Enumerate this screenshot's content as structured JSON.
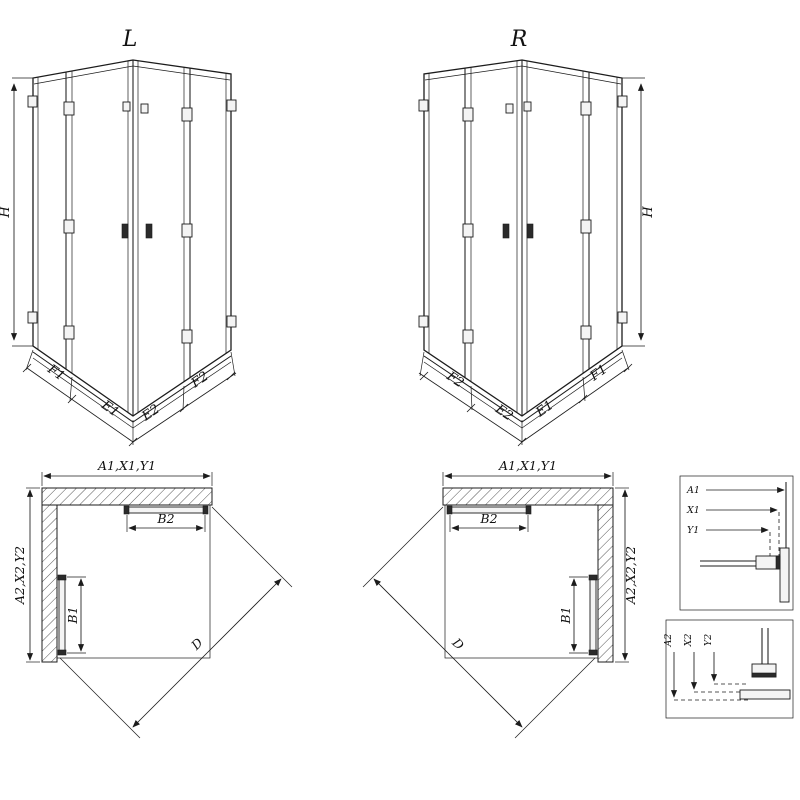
{
  "perspective_views": {
    "left": {
      "label": "L",
      "height_label": "H",
      "bottom_dims": [
        "F1",
        "E1",
        "E2",
        "F2"
      ]
    },
    "right": {
      "label": "R",
      "height_label": "H",
      "bottom_dims": [
        "F2",
        "E2",
        "E1",
        "F1"
      ]
    }
  },
  "plan_views": {
    "left": {
      "width_dim": "A1,X1,Y1",
      "depth_dim": "A2,X2,Y2",
      "top_door_dim": "B2",
      "side_door_dim": "B1",
      "diagonal_dim": "D"
    },
    "right": {
      "width_dim": "A1,X1,Y1",
      "depth_dim": "A2,X2,Y2",
      "top_door_dim": "B2",
      "side_door_dim": "B1",
      "diagonal_dim": "D"
    }
  },
  "detail_views": {
    "horizontal_section": {
      "dims": [
        "A1",
        "X1",
        "Y1"
      ]
    },
    "vertical_section": {
      "dims": [
        "A2",
        "X2",
        "Y2"
      ]
    }
  },
  "colors": {
    "line": "#1c1c1c",
    "background": "#ffffff",
    "hatch": "#555555"
  }
}
